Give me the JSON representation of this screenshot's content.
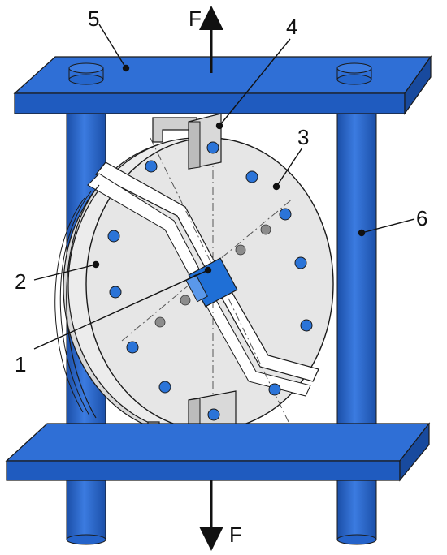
{
  "labels": {
    "l1": "1",
    "l2": "2",
    "l3": "3",
    "l4": "4",
    "l5": "5",
    "l6": "6",
    "force_top": "F",
    "force_bottom": "F"
  },
  "colors": {
    "frame_top": "#2f6fd6",
    "frame_front": "#1f5bbf",
    "frame_side": "#184a9e",
    "column": "#2563c9",
    "column_highlight": "#4a86e0",
    "disk": "#e4e4e4",
    "disk_edge": "#bdbdbd",
    "hole": "#2b74d8",
    "strain_gauge": "#8c8c8c",
    "specimen": "#1f6fd6",
    "outline": "#1a1a1a"
  }
}
